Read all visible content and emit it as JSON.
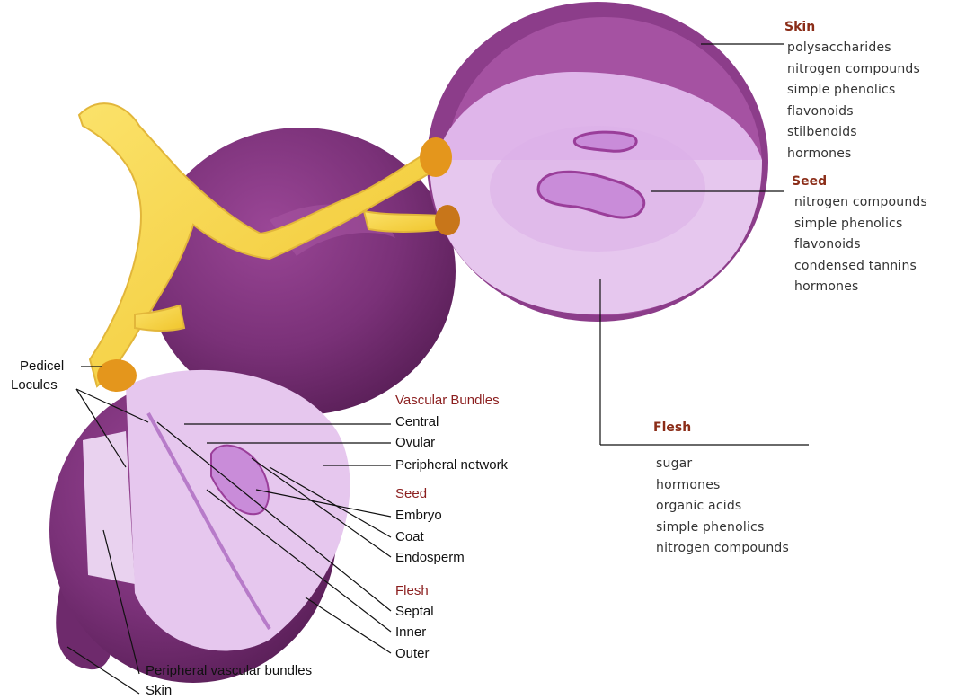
{
  "colors": {
    "skin_dark": "#6f2a6e",
    "skin_mid": "#8a3a86",
    "flesh_light": "#e7c7ee",
    "flesh_mid": "#d7a8e3",
    "stem_yellow": "#f5d84a",
    "stem_orange": "#e4961c",
    "heading_red": "#8b1e1e",
    "heading_brown": "#8b2d18",
    "leader_line": "#111111"
  },
  "left_labels": {
    "pedicel": "Pedicel",
    "locules": "Locules",
    "peripheral_vascular_bundles": "Peripheral vascular bundles",
    "skin": "Skin"
  },
  "center_labels": {
    "vascular_heading": "Vascular Bundles",
    "central": "Central",
    "ovular": "Ovular",
    "peripheral_network": "Peripheral network",
    "seed_heading": "Seed",
    "embryo": "Embryo",
    "coat": "Coat",
    "endosperm": "Endosperm",
    "flesh_heading": "Flesh",
    "septal": "Septal",
    "inner": "Inner",
    "outer": "Outer"
  },
  "compounds": {
    "skin": {
      "heading": "Skin",
      "items": [
        "polysaccharides",
        "nitrogen compounds",
        "simple phenolics",
        "flavonoids",
        "stilbenoids",
        "hormones"
      ]
    },
    "seed": {
      "heading": "Seed",
      "items": [
        "nitrogen compounds",
        "simple phenolics",
        "flavonoids",
        "condensed tannins",
        "hormones"
      ]
    },
    "flesh": {
      "heading": "Flesh",
      "items": [
        "sugar",
        "hormones",
        "organic acids",
        "simple phenolics",
        "nitrogen compounds"
      ]
    }
  }
}
